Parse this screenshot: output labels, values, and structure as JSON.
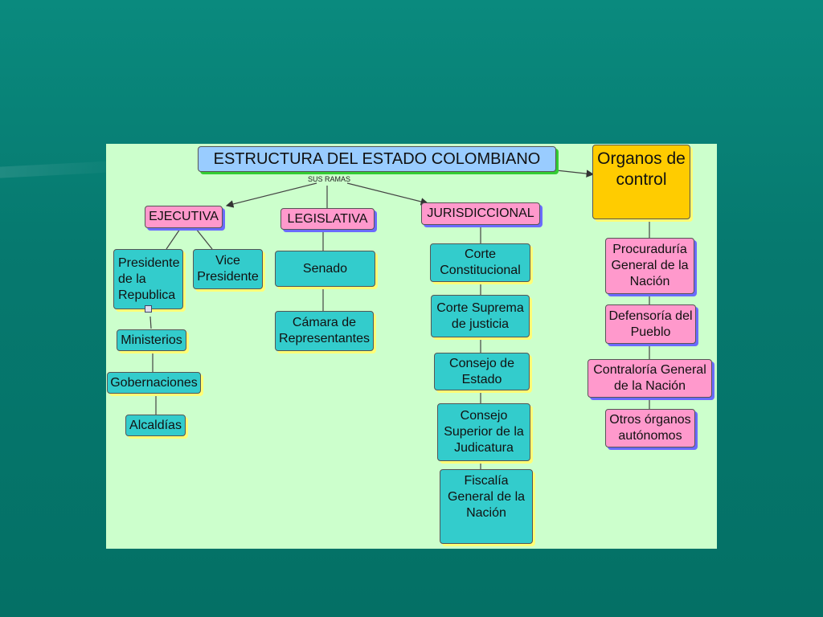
{
  "title": "ESTRUCTURA DEL ESTADO COLOMBIANO",
  "subtitle": "SUS RAMAS",
  "organos": "Organos de control",
  "ramas": {
    "ejecutiva": "EJECUTIVA",
    "legislativa": "LEGISLATIVA",
    "jurisdiccional": "JURISDICCIONAL"
  },
  "ejecutiva_nodes": {
    "presidente": "Presidente de la Republica",
    "vice": "Vice Presidente",
    "ministerios": "Ministerios",
    "gobernaciones": "Gobernaciones",
    "alcaldias": "Alcaldías"
  },
  "legislativa_nodes": {
    "senado": "Senado",
    "camara": "Cámara de Representantes"
  },
  "jurisdiccional_nodes": {
    "corte_constitucional": "Corte Constitucional",
    "corte_suprema": "Corte Suprema de justicia",
    "consejo_estado": "Consejo de Estado",
    "consejo_superior": "Consejo Superior de la Judicatura",
    "fiscalia": "Fiscalía General de la Nación"
  },
  "control_nodes": {
    "procuraduria": "Procuraduría General de la Nación",
    "defensoria": "Defensoría del Pueblo",
    "contraloria": "Contraloría General de la Nación",
    "otros": "Otros órganos autónomos"
  }
}
